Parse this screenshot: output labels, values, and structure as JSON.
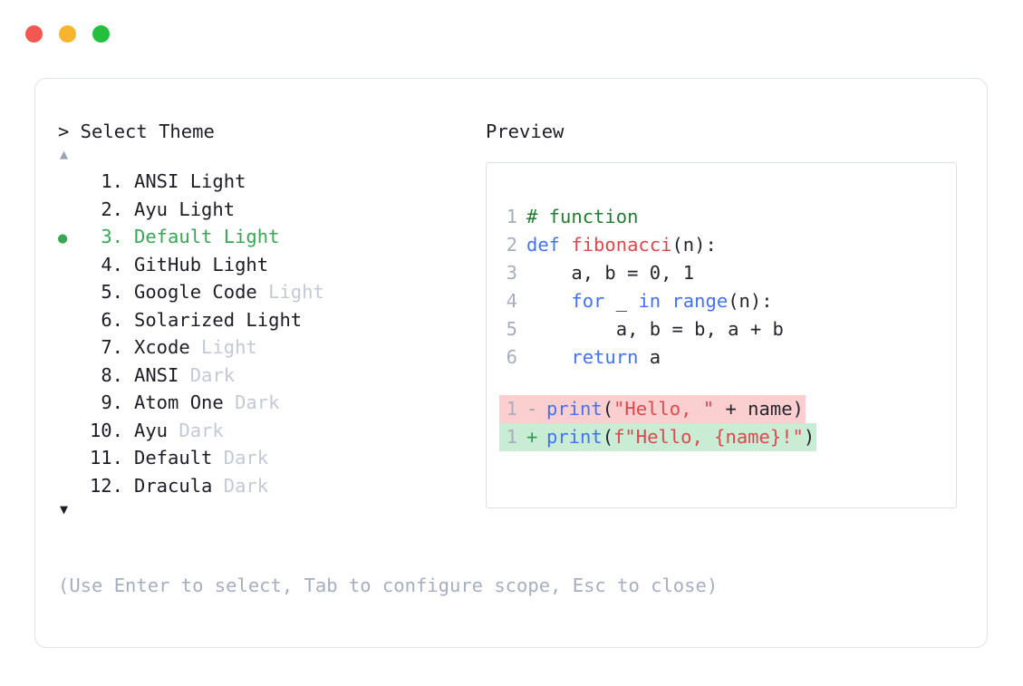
{
  "window": {
    "buttons": [
      {
        "name": "close",
        "color": "#f2584f"
      },
      {
        "name": "minimize",
        "color": "#f8b42c"
      },
      {
        "name": "maximize",
        "color": "#24bf3d"
      }
    ]
  },
  "prompt": {
    "title": "> Select Theme",
    "scroll_up": "▲",
    "scroll_down": "▼",
    "selected_index": 3,
    "selected_marker": "●",
    "accent_color": "#3aa655",
    "muted_color": "#c3c9d6"
  },
  "themes": [
    {
      "index": "1.",
      "name": "ANSI",
      "variant": "Light",
      "variant_muted": false,
      "selected": false
    },
    {
      "index": "2.",
      "name": "Ayu",
      "variant": "Light",
      "variant_muted": false,
      "selected": false
    },
    {
      "index": "3.",
      "name": "Default",
      "variant": "Light",
      "variant_muted": false,
      "selected": true
    },
    {
      "index": "4.",
      "name": "GitHub",
      "variant": "Light",
      "variant_muted": false,
      "selected": false
    },
    {
      "index": "5.",
      "name": "Google Code",
      "variant": "Light",
      "variant_muted": true,
      "selected": false
    },
    {
      "index": "6.",
      "name": "Solarized",
      "variant": "Light",
      "variant_muted": false,
      "selected": false
    },
    {
      "index": "7.",
      "name": "Xcode",
      "variant": "Light",
      "variant_muted": true,
      "selected": false
    },
    {
      "index": "8.",
      "name": "ANSI",
      "variant": "Dark",
      "variant_muted": true,
      "selected": false
    },
    {
      "index": "9.",
      "name": "Atom One",
      "variant": "Dark",
      "variant_muted": true,
      "selected": false
    },
    {
      "index": "10.",
      "name": "Ayu",
      "variant": "Dark",
      "variant_muted": true,
      "selected": false
    },
    {
      "index": "11.",
      "name": "Default",
      "variant": "Dark",
      "variant_muted": true,
      "selected": false
    },
    {
      "index": "12.",
      "name": "Dracula",
      "variant": "Dark",
      "variant_muted": true,
      "selected": false
    }
  ],
  "footer": {
    "hint": "(Use Enter to select, Tab to configure scope, Esc to close)"
  },
  "preview": {
    "title": "Preview",
    "code_lines": [
      {
        "num": "1",
        "tokens": [
          {
            "t": "# function",
            "c": "comment"
          }
        ]
      },
      {
        "num": "2",
        "tokens": [
          {
            "t": "def ",
            "c": "kw"
          },
          {
            "t": "fibonacci",
            "c": "fn"
          },
          {
            "t": "(n):",
            "c": "plain"
          }
        ]
      },
      {
        "num": "3",
        "tokens": [
          {
            "t": "    a, b = 0, 1",
            "c": "plain"
          }
        ]
      },
      {
        "num": "4",
        "tokens": [
          {
            "t": "    ",
            "c": "plain"
          },
          {
            "t": "for",
            "c": "kw"
          },
          {
            "t": " _ ",
            "c": "plain"
          },
          {
            "t": "in",
            "c": "kw"
          },
          {
            "t": " ",
            "c": "plain"
          },
          {
            "t": "range",
            "c": "builtin"
          },
          {
            "t": "(n):",
            "c": "plain"
          }
        ]
      },
      {
        "num": "5",
        "tokens": [
          {
            "t": "        a, b = b, a + b",
            "c": "plain"
          }
        ]
      },
      {
        "num": "6",
        "tokens": [
          {
            "t": "    ",
            "c": "plain"
          },
          {
            "t": "return",
            "c": "kw"
          },
          {
            "t": " a",
            "c": "plain"
          }
        ]
      }
    ],
    "diff_lines": [
      {
        "num": "1",
        "sign": "-",
        "kind": "minus",
        "bg": "#fbcfcf",
        "tokens": [
          {
            "t": "print",
            "c": "builtin"
          },
          {
            "t": "(",
            "c": "plain"
          },
          {
            "t": "\"Hello, \"",
            "c": "str"
          },
          {
            "t": " + name)",
            "c": "plain"
          }
        ]
      },
      {
        "num": "1",
        "sign": "+",
        "kind": "plus",
        "bg": "#c9ecd5",
        "tokens": [
          {
            "t": "print",
            "c": "builtin"
          },
          {
            "t": "(",
            "c": "plain"
          },
          {
            "t": "f\"Hello, {name}!\"",
            "c": "str"
          },
          {
            "t": ")",
            "c": "plain"
          }
        ]
      }
    ]
  }
}
